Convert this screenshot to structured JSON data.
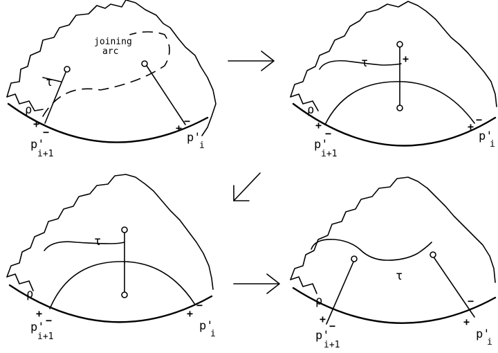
{
  "panels": [
    {
      "id": "top-left",
      "labels": {
        "tau": "τ",
        "rho": "ρ",
        "joining_line1": "joining",
        "joining_line2": "arc",
        "p_prime": "p'",
        "sub_i": "i",
        "sub_i1": "i+1",
        "plus": "+",
        "minus": "−"
      }
    },
    {
      "id": "top-right",
      "labels": {
        "tau": "τ",
        "rho": "ρ",
        "p_prime": "p'",
        "sub_i": "i",
        "sub_i1": "i+1",
        "plus": "+",
        "minus": "−"
      }
    },
    {
      "id": "bottom-left",
      "labels": {
        "tau": "τ",
        "rho": "ρ",
        "p_prime": "p'",
        "sub_i": "i",
        "sub_i1": "i+1",
        "plus": "+",
        "minus": "−"
      }
    },
    {
      "id": "bottom-right",
      "labels": {
        "tau": "τ",
        "rho": "ρ",
        "p_prime": "p'",
        "sub_i": "i",
        "sub_i1": "i+1",
        "plus": "+",
        "minus": "−"
      }
    }
  ],
  "arrows": [
    {
      "id": "arrow-right-top",
      "direction": "right"
    },
    {
      "id": "arrow-down-left",
      "direction": "down-left"
    },
    {
      "id": "arrow-right-bottom",
      "direction": "right"
    }
  ]
}
